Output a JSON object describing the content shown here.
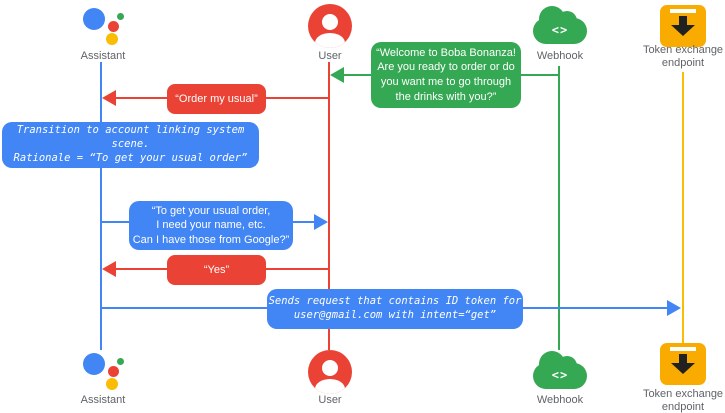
{
  "actors": {
    "assistant": {
      "label": "Assistant"
    },
    "user": {
      "label": "User"
    },
    "webhook": {
      "label": "Webhook"
    },
    "token": {
      "label": "Token exchange\nendpoint"
    }
  },
  "icons": {
    "assistant": "google-assistant-logo",
    "user": "person-circle-icon",
    "webhook": "cloud-code-icon",
    "webhook_glyph": "<>",
    "token": "download-box-icon"
  },
  "messages": {
    "welcome": {
      "from": "Webhook",
      "to": "User",
      "text": "“Welcome to Boba Bonanza!\nAre you ready to order or do\nyou want me to go through\nthe drinks with you?”"
    },
    "order_usual": {
      "from": "User",
      "to": "Assistant",
      "text": "“Order my usual”"
    },
    "transition": {
      "actor": "Assistant",
      "text": "Transition to account linking system scene.\nRationale = “To get your usual order”"
    },
    "ask_google": {
      "from": "Assistant",
      "to": "User",
      "text": "“To get your usual order,\nI need your name, etc.\nCan I have those from Google?”"
    },
    "yes": {
      "from": "User",
      "to": "Assistant",
      "text": "“Yes”"
    },
    "sends_request": {
      "from": "Assistant",
      "to": "Token exchange endpoint",
      "text": "Sends request that contains ID token for\nuser@gmail.com with intent=“get”"
    }
  },
  "colors": {
    "assistant_blue": "#4285f4",
    "user_red": "#ea4335",
    "webhook_green": "#34a853",
    "token_line_yellow": "#fbbc04",
    "token_icon_amber": "#f9ab00",
    "label_gray": "#5f6368"
  }
}
